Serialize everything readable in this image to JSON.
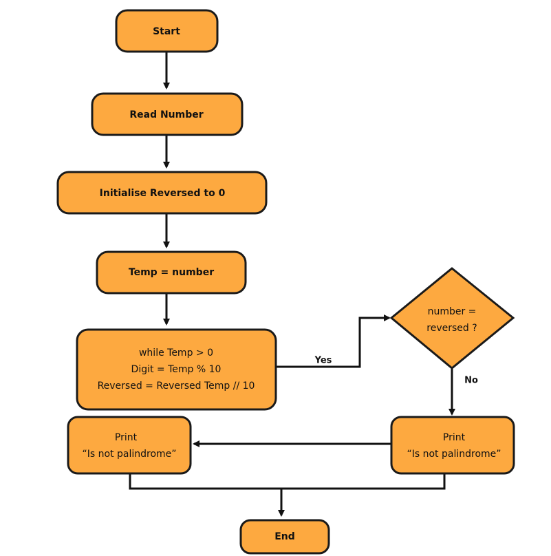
{
  "nodes": {
    "start": {
      "lines": [
        "Start"
      ]
    },
    "read": {
      "lines": [
        "Read Number"
      ]
    },
    "init": {
      "lines": [
        "Initialise Reversed to 0"
      ]
    },
    "temp": {
      "lines": [
        "Temp = number"
      ]
    },
    "loop": {
      "lines": [
        "while Temp > 0",
        "Digit = Temp % 10",
        "Reversed = Reversed Temp // 10"
      ]
    },
    "decision": {
      "lines": [
        "number =",
        "reversed ?"
      ]
    },
    "print_right": {
      "lines": [
        "Print",
        "“Is not palindrome”"
      ]
    },
    "print_left": {
      "lines": [
        "Print",
        "“Is not palindrome”"
      ]
    },
    "end": {
      "lines": [
        "End"
      ]
    }
  },
  "edges": {
    "yes_label": "Yes",
    "no_label": "No"
  },
  "colors": {
    "node_fill": "#FDA940",
    "stroke": "#1a1a1a"
  }
}
